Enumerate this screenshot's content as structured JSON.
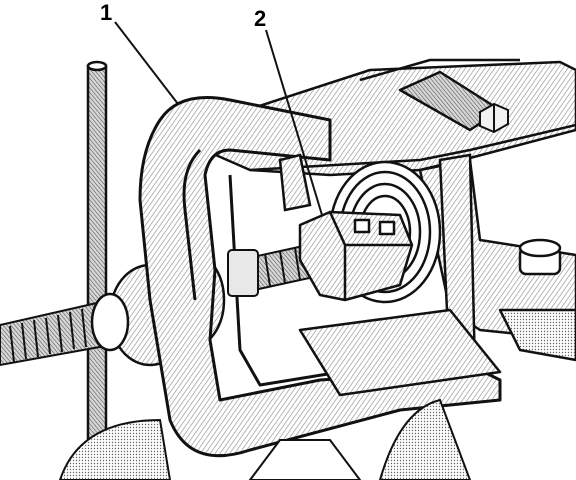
{
  "figure": {
    "callouts": [
      {
        "id": "1",
        "label": "1"
      },
      {
        "id": "2",
        "label": "2"
      }
    ],
    "colors": {
      "ink": "#111111",
      "hatch": "#8a8a8a",
      "paper": "#ffffff"
    }
  }
}
